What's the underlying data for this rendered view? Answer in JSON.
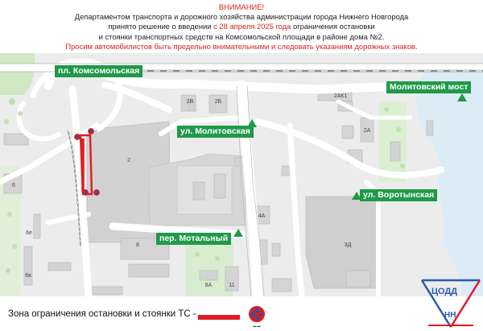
{
  "notice": {
    "heading": "ВНИМАНИЕ!",
    "line1": "Департаментом транспорта и дорожного хозяйства администрации города Нижнего Новгорода",
    "line2_pre": "принято решение о введении ",
    "line2_date": "с 28 апреля 2025 года",
    "line2_post": " ограничения остановки",
    "line3": "и стоянки транспортных средств на Комсомольской площади в районе дома №2.",
    "line4": "Просим автомобилистов быть предельно внимательными и следовать указаниям дорожных знаков."
  },
  "map_labels": {
    "komsomolskaya": "пл. Комсомольская",
    "molitovsky_most": "Молитовский мост",
    "molitovskaya": "ул. Молитовская",
    "vorotynskaya": "ул. Воротынская",
    "motalny": "пер. Мотальный"
  },
  "building_numbers": {
    "b2": "2",
    "b2v": "2В",
    "b2b": "2Б",
    "b2k1": "2АК1",
    "b2a": "2А",
    "b3d": "3Д",
    "b4a": "4А",
    "b6": "6",
    "b6e": "6е",
    "b6v": "6в",
    "b8": "8",
    "b8a": "8А",
    "b11": "11"
  },
  "legend": {
    "text": "Зона ограничения остановки и стоянки ТС -"
  },
  "logo": {
    "top": "ЦОДД",
    "bottom": "НН"
  },
  "colors": {
    "restriction_zone": "#e01b24",
    "label_green": "#1f9a48",
    "notice_red": "#d8231f",
    "water": "#dcecf7"
  }
}
